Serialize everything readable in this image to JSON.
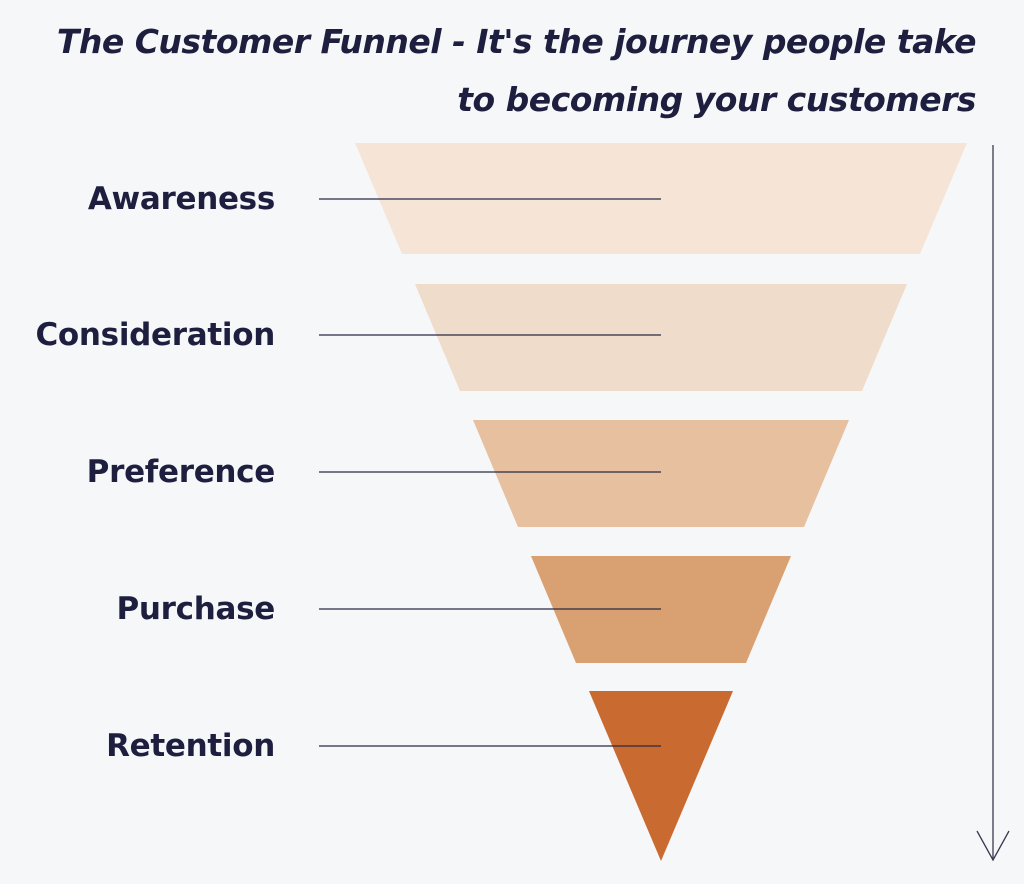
{
  "title": {
    "line1": "The Customer Funnel - It's the journey people take",
    "line2": "to becoming your customers"
  },
  "stages": [
    {
      "label": "Awareness",
      "color": "#f6e5d7"
    },
    {
      "label": "Consideration",
      "color": "#efdcca"
    },
    {
      "label": "Preference",
      "color": "#e7c09f"
    },
    {
      "label": "Purchase",
      "color": "#d9a172"
    },
    {
      "label": "Retention",
      "color": "#c96a30"
    }
  ],
  "colors": {
    "background": "#f6f7f9",
    "text": "#1e1e3f",
    "connector": "#2a2a45",
    "arrow": "#3a3a50"
  },
  "icons": {
    "flow_arrow": "down-arrow-icon"
  }
}
